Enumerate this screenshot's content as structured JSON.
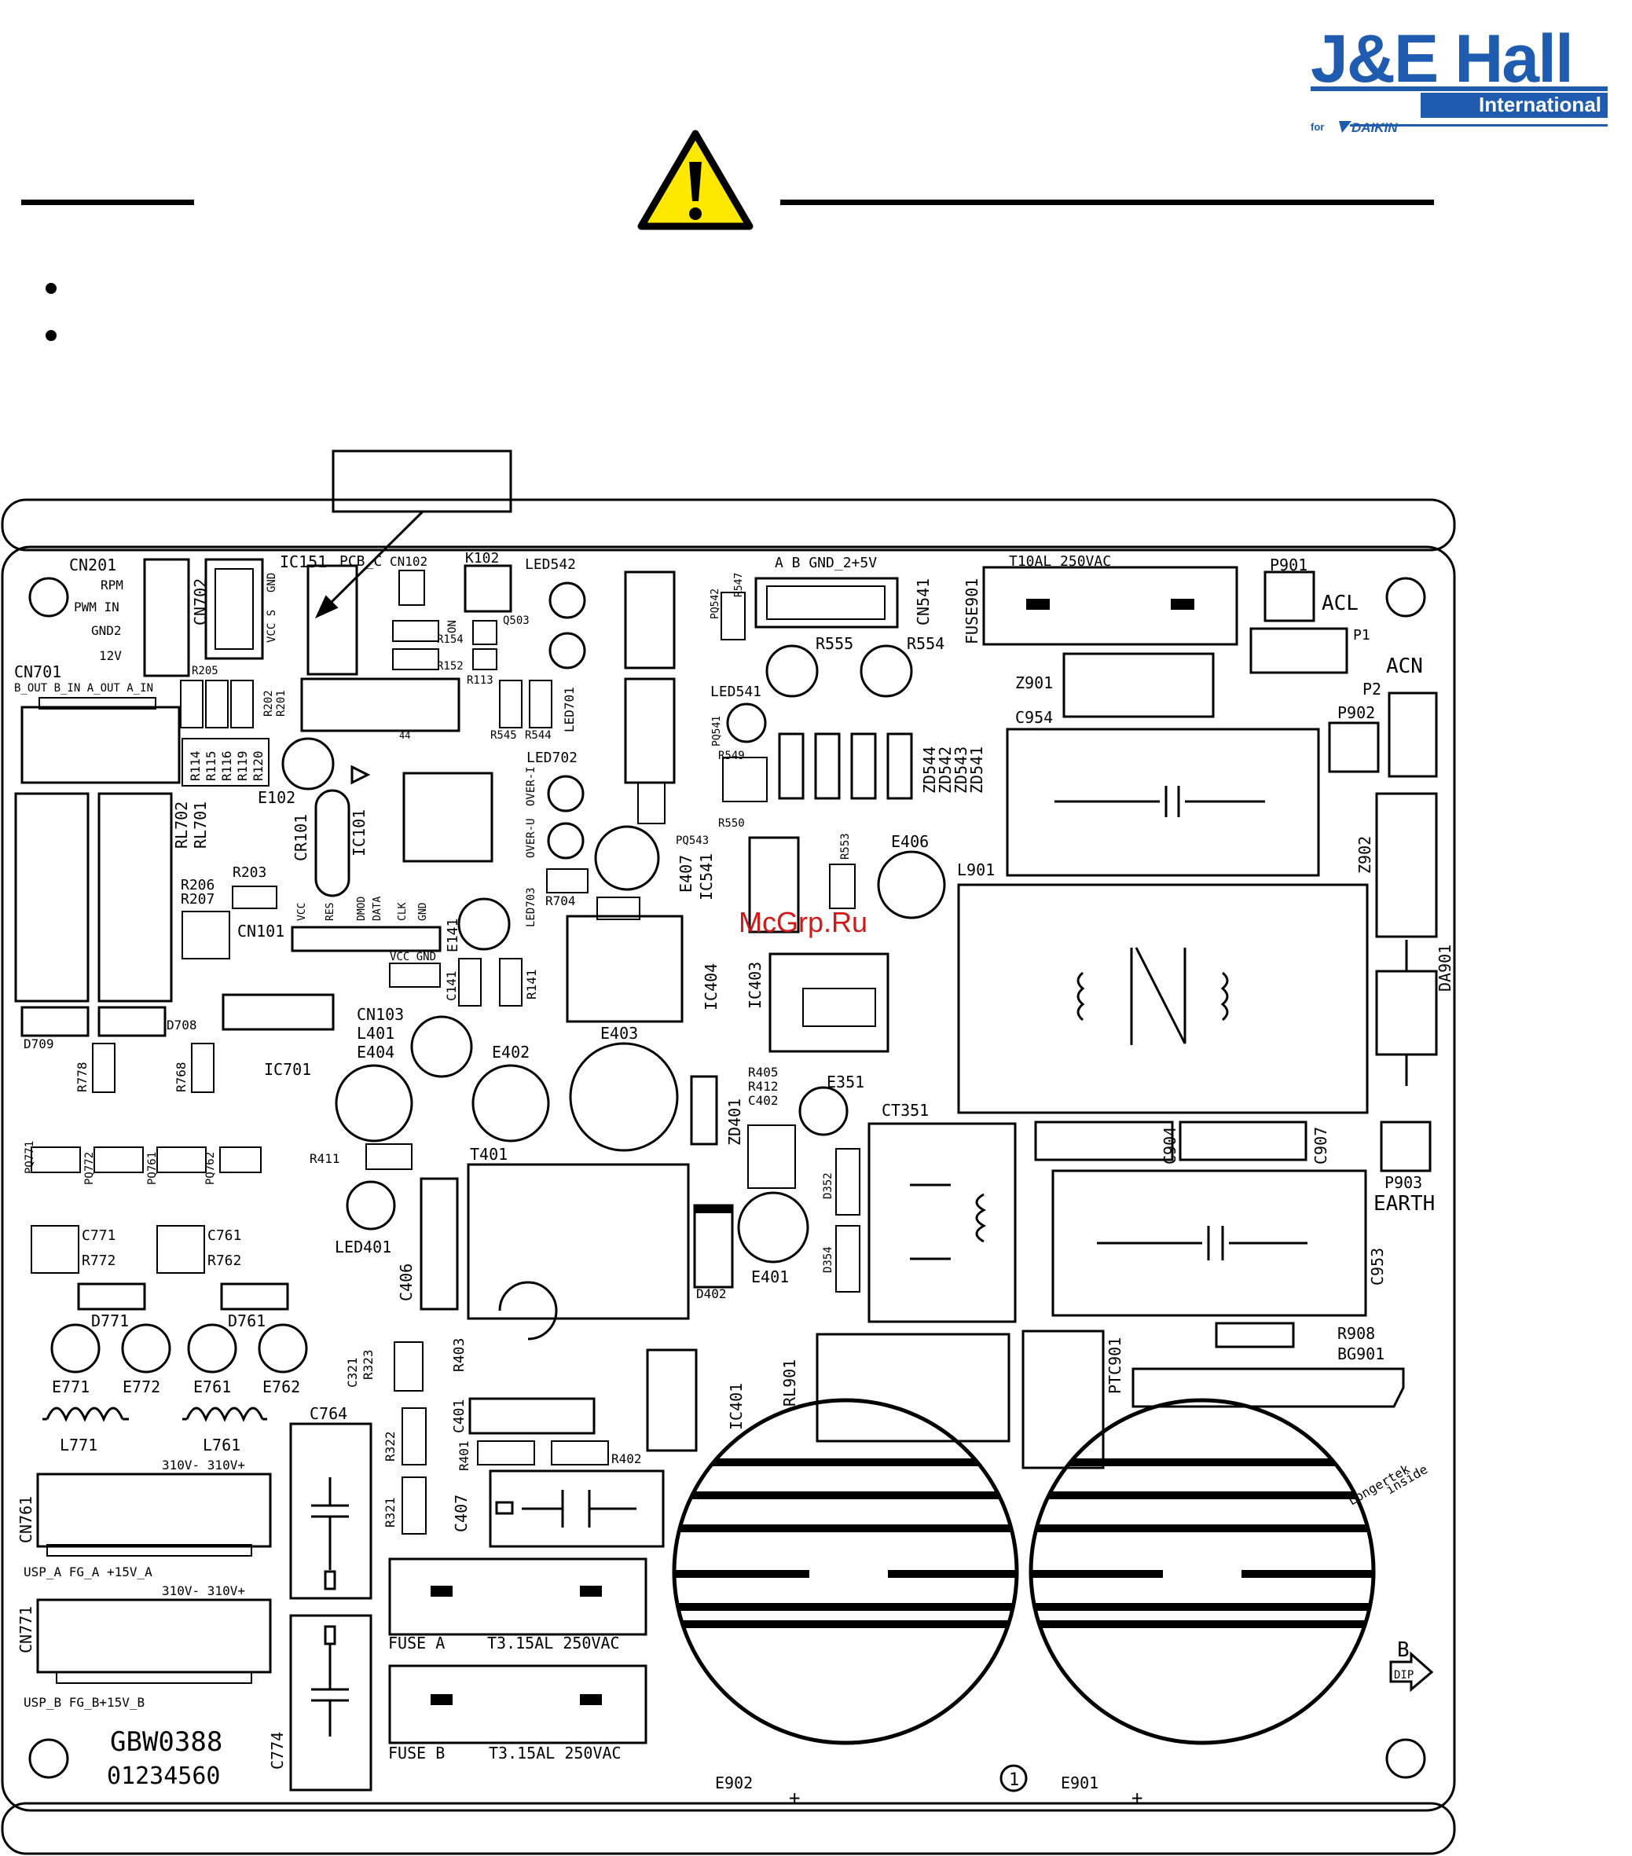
{
  "logo": {
    "brand": "J&E Hall",
    "sub": "International",
    "for": "for",
    "partner": "DAIKIN",
    "colors": {
      "blue": "#1f5cb0"
    }
  },
  "warning_icon": "warning-triangle-icon",
  "board_id": "GBW0388",
  "board_serial": "01234560",
  "watermark": "McGrp.Ru",
  "labels": {
    "cn201": "CN201",
    "rpm": "RPM",
    "pwm_in": "PWM IN",
    "gnd2": "GND2",
    "v12": "12V",
    "cn702": "CN702",
    "vcc_s": "VCC S",
    "gnd": "GND",
    "ic151": "IC151",
    "pcb_c": "PCB_C",
    "cn102": "CN102",
    "k102": "K102",
    "on": "ON",
    "r154": "R154",
    "r152": "R152",
    "r113": "R113",
    "q503": "Q503",
    "led542": "LED542",
    "led701": "LED701",
    "r545": "R545",
    "r544": "R544",
    "cn701": "CN701",
    "cn701_pins": "B_OUT B_IN  A_OUT A_IN",
    "r205": "R205",
    "r202": "R202",
    "r201": "R201",
    "r114": "R114",
    "r115": "R115",
    "r116": "R116",
    "r119": "R119",
    "r120": "R120",
    "e102": "E102",
    "rl702": "RL702",
    "rl701": "RL701",
    "cr101": "CR101",
    "ic101": "IC101",
    "n44": "44",
    "r206": "R206",
    "r207": "R207",
    "r203": "R203",
    "cn101": "CN101",
    "vcc": "VCC",
    "res": "RES",
    "dmod": "DMOD",
    "data": "DATA",
    "clk": "CLK",
    "gnd_b": "GND",
    "e141": "E141",
    "c141": "C141",
    "r141": "R141",
    "vcc_gnd": "VCC GND",
    "led702": "LED702",
    "over_u": "OVER-U",
    "over_i": "OVER-I",
    "led703": "LED703",
    "r704": "R704",
    "pq543": "PQ543",
    "e407": "E407",
    "ic541": "IC541",
    "ic404": "IC404",
    "ab_gnd": "A  B  GND_2+5V",
    "pq542": "PQ542",
    "r547": "R547",
    "cn541": "CN541",
    "r555": "R555",
    "r554": "R554",
    "led541": "LED541",
    "pq541": "PQ541",
    "r549": "R549",
    "r550": "R550",
    "zd544": "ZD544",
    "zd542": "ZD542",
    "zd543": "ZD543",
    "zd541": "ZD541",
    "r553": "R553",
    "e406": "E406",
    "ic403": "IC403",
    "fuse901": "FUSE901",
    "t10al": "T10AL  250VAC",
    "p901": "P901",
    "acl": "ACL",
    "p1": "P1",
    "acn": "ACN",
    "p2": "P2",
    "p902": "P902",
    "z901": "Z901",
    "c954": "C954",
    "z902": "Z902",
    "l901": "L901",
    "da901": "DA901",
    "d709": "D709",
    "d708": "D708",
    "r778": "R778",
    "r768": "R768",
    "ic701": "IC701",
    "cn103": "CN103",
    "l401": "L401",
    "e404": "E404",
    "e402": "E402",
    "e403": "E403",
    "r405": "R405",
    "r412": "R412",
    "c402": "C402",
    "e351": "E351",
    "zd401": "ZD401",
    "ct351": "CT351",
    "pq771": "PQ771",
    "pq772": "PQ772",
    "pq761": "PQ761",
    "pq762": "PQ762",
    "r411": "R411",
    "t401": "T401",
    "d352": "D352",
    "d354": "D354",
    "d402": "D402",
    "e401": "E401",
    "c904": "C904",
    "c907": "C907",
    "p903": "P903",
    "earth": "EARTH",
    "c953": "C953",
    "c771": "C771",
    "r772": "R772",
    "c761": "C761",
    "r762": "R762",
    "led401": "LED401",
    "c406": "C406",
    "d771": "D771",
    "d761": "D761",
    "e771": "E771",
    "e772": "E772",
    "e761": "E761",
    "e762": "E762",
    "l771": "L771",
    "l761": "L761",
    "c321": "C321",
    "r323": "R323",
    "r403": "R403",
    "c401": "C401",
    "r401": "R401",
    "r402": "R402",
    "ic401": "IC401",
    "rl901": "RL901",
    "ptc901": "PTC901",
    "r908": "R908",
    "bg901": "BG901",
    "c764": "C764",
    "r322": "R322",
    "r321": "R321",
    "c407": "C407",
    "v310_1": "310V-  310V+",
    "cn761": "CN761",
    "usp_a": "USP_A FG_A +15V_A",
    "v310_2": "310V-  310V+",
    "cn771": "CN771",
    "usp_b": "USP_B  FG_B+15V_B",
    "fuse_a": "FUSE  A",
    "t315_a": "T3.15AL  250VAC",
    "fuse_b": "FUSE  B",
    "t315_b": "T3.15AL  250VAC",
    "c774": "C774",
    "e902": "E902",
    "e901": "E901",
    "plus1": "+",
    "plus2": "+",
    "circle1": "1",
    "b_dip_b": "B",
    "b_dip": "DIP",
    "longertek": "Longertek",
    "inside": "inside"
  }
}
